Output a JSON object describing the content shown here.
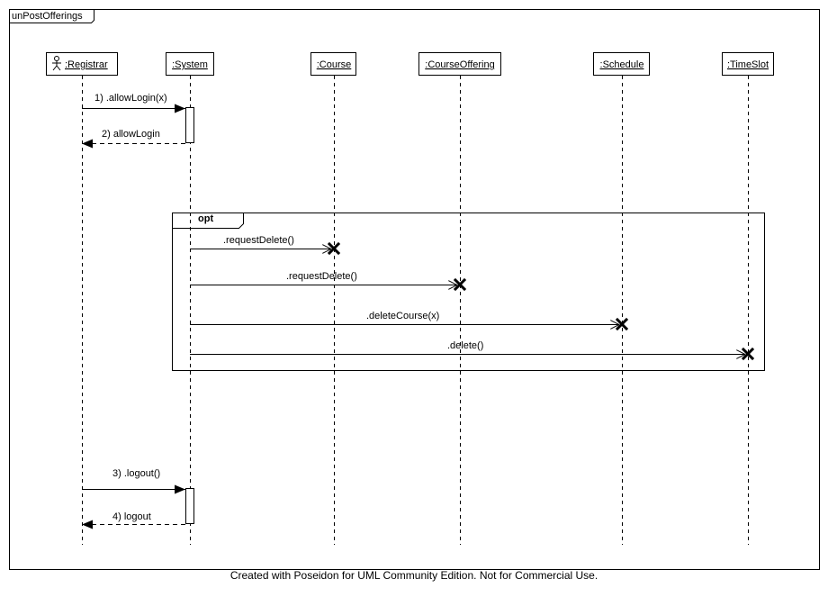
{
  "diagram": {
    "frame_title": "unPostOfferings",
    "footer": "Created with Poseidon for UML Community Edition. Not for Commercial Use.",
    "lifelines": [
      {
        "name": ":Registrar",
        "actor_icon": "stick-figure-icon"
      },
      {
        "name": ":System"
      },
      {
        "name": ":Course"
      },
      {
        "name": ":CourseOffering"
      },
      {
        "name": ":Schedule"
      },
      {
        "name": ":TimeSlot"
      }
    ],
    "fragment": {
      "operator": "opt"
    },
    "messages": [
      {
        "label": "1) .allowLogin(x)",
        "from": ":Registrar",
        "to": ":System",
        "kind": "synchronous"
      },
      {
        "label": "2) allowLogin",
        "from": ":System",
        "to": ":Registrar",
        "kind": "return"
      },
      {
        "label": ".requestDelete()",
        "from": ":System",
        "to": ":Course",
        "kind": "destroy"
      },
      {
        "label": ".requestDelete()",
        "from": ":System",
        "to": ":CourseOffering",
        "kind": "destroy"
      },
      {
        "label": ".deleteCourse(x)",
        "from": ":System",
        "to": ":Schedule",
        "kind": "destroy"
      },
      {
        "label": ".delete()",
        "from": ":System",
        "to": ":TimeSlot",
        "kind": "destroy"
      },
      {
        "label": "3) .logout()",
        "from": ":Registrar",
        "to": ":System",
        "kind": "synchronous"
      },
      {
        "label": "4) logout",
        "from": ":System",
        "to": ":Registrar",
        "kind": "return"
      }
    ]
  }
}
